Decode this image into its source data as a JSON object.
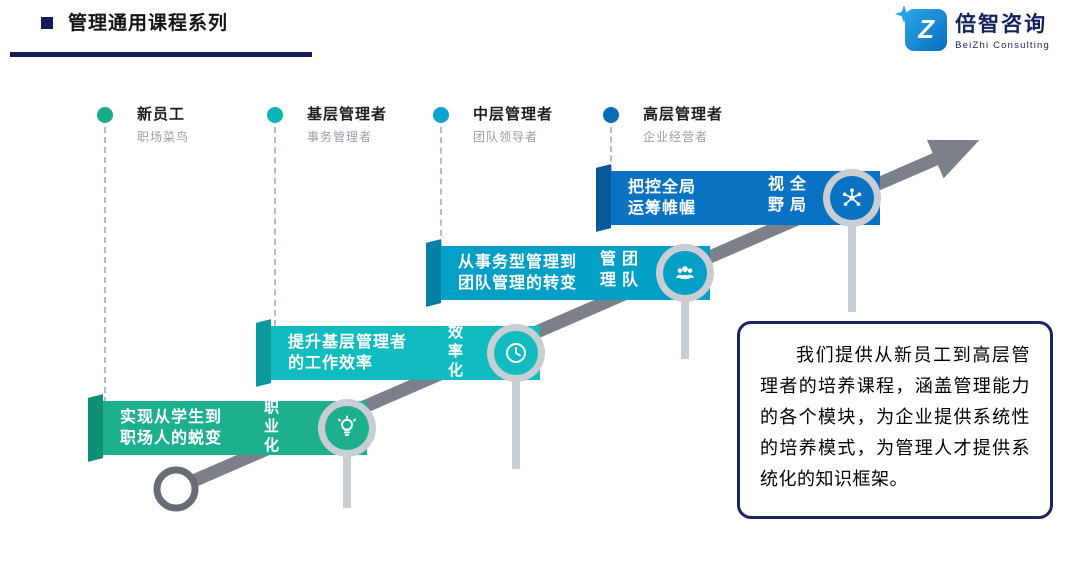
{
  "header": {
    "title": "管理通用课程系列",
    "logo": {
      "mark": "Z",
      "brand": "倍智咨询",
      "sub": "BeiZhi Consulting"
    }
  },
  "milestones": [
    {
      "label": "新员工",
      "sub": "职场菜鸟",
      "color": "#1daa8c"
    },
    {
      "label": "基层管理者",
      "sub": "事务管理者",
      "color": "#0ab5b5"
    },
    {
      "label": "中层管理者",
      "sub": "团队领导者",
      "color": "#0fa3d2"
    },
    {
      "label": "高层管理者",
      "sub": "企业经营者",
      "color": "#0a6cbb"
    }
  ],
  "steps": [
    {
      "line1": "实现从学生到",
      "line2": "职场人的蜕变",
      "vlabel": "职业化",
      "icon": "lightbulb-icon",
      "color": "#1db08f"
    },
    {
      "line1": "提升基层管理者",
      "line2": "的工作效率",
      "vlabel": "效率化",
      "icon": "clock-icon",
      "color": "#10bcbf"
    },
    {
      "line1": "从事务型管理到",
      "line2": "团队管理的转变",
      "vlabel": "团队管理",
      "icon": "team-icon",
      "color": "#049fc7"
    },
    {
      "line1": "把控全局",
      "line2": "运筹帷幄",
      "vlabel": "全局视野",
      "icon": "network-icon",
      "color": "#0a72c2"
    }
  ],
  "infobox": {
    "text": "我们提供从新员工到高层管理者的培养课程，涵盖管理能力的各个模块，为企业提供系统性的培养模式，为管理人才提供系统化的知识框架。"
  },
  "colors": {
    "arrow_gray": "#7b8089",
    "ring_gray": "#c9ced5",
    "navy": "#1b2464",
    "logo_blue": "#1e8fd5"
  }
}
